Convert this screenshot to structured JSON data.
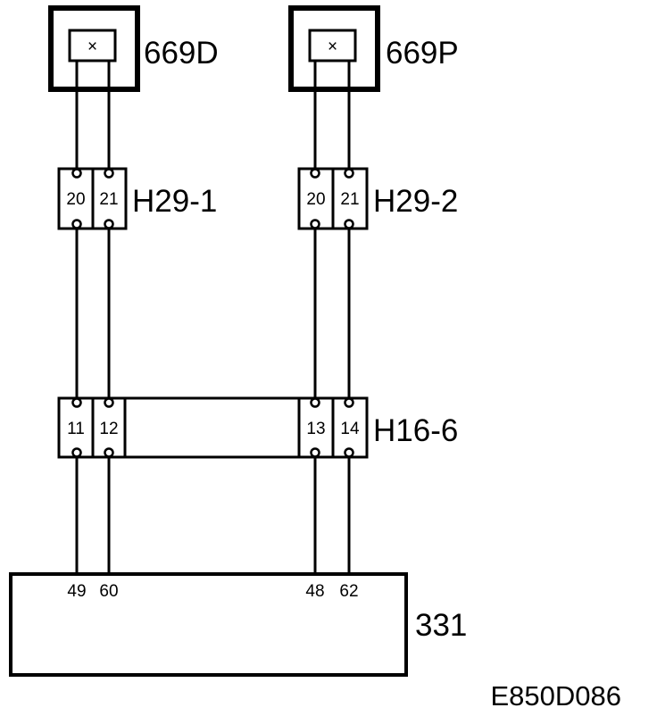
{
  "components": {
    "switch_669d": {
      "label": "669D",
      "symbol": "×"
    },
    "switch_669p": {
      "label": "669P",
      "symbol": "×"
    },
    "ecu_331": {
      "label": "331",
      "pins": [
        "49",
        "60",
        "48",
        "62"
      ]
    }
  },
  "connectors": {
    "h29_1": {
      "label": "H29-1",
      "pins": [
        "20",
        "21"
      ]
    },
    "h29_2": {
      "label": "H29-2",
      "pins": [
        "20",
        "21"
      ]
    },
    "h16_6": {
      "label": "H16-6",
      "pins": [
        "11",
        "12",
        "13",
        "14"
      ]
    }
  },
  "figure_code": "E850D086"
}
